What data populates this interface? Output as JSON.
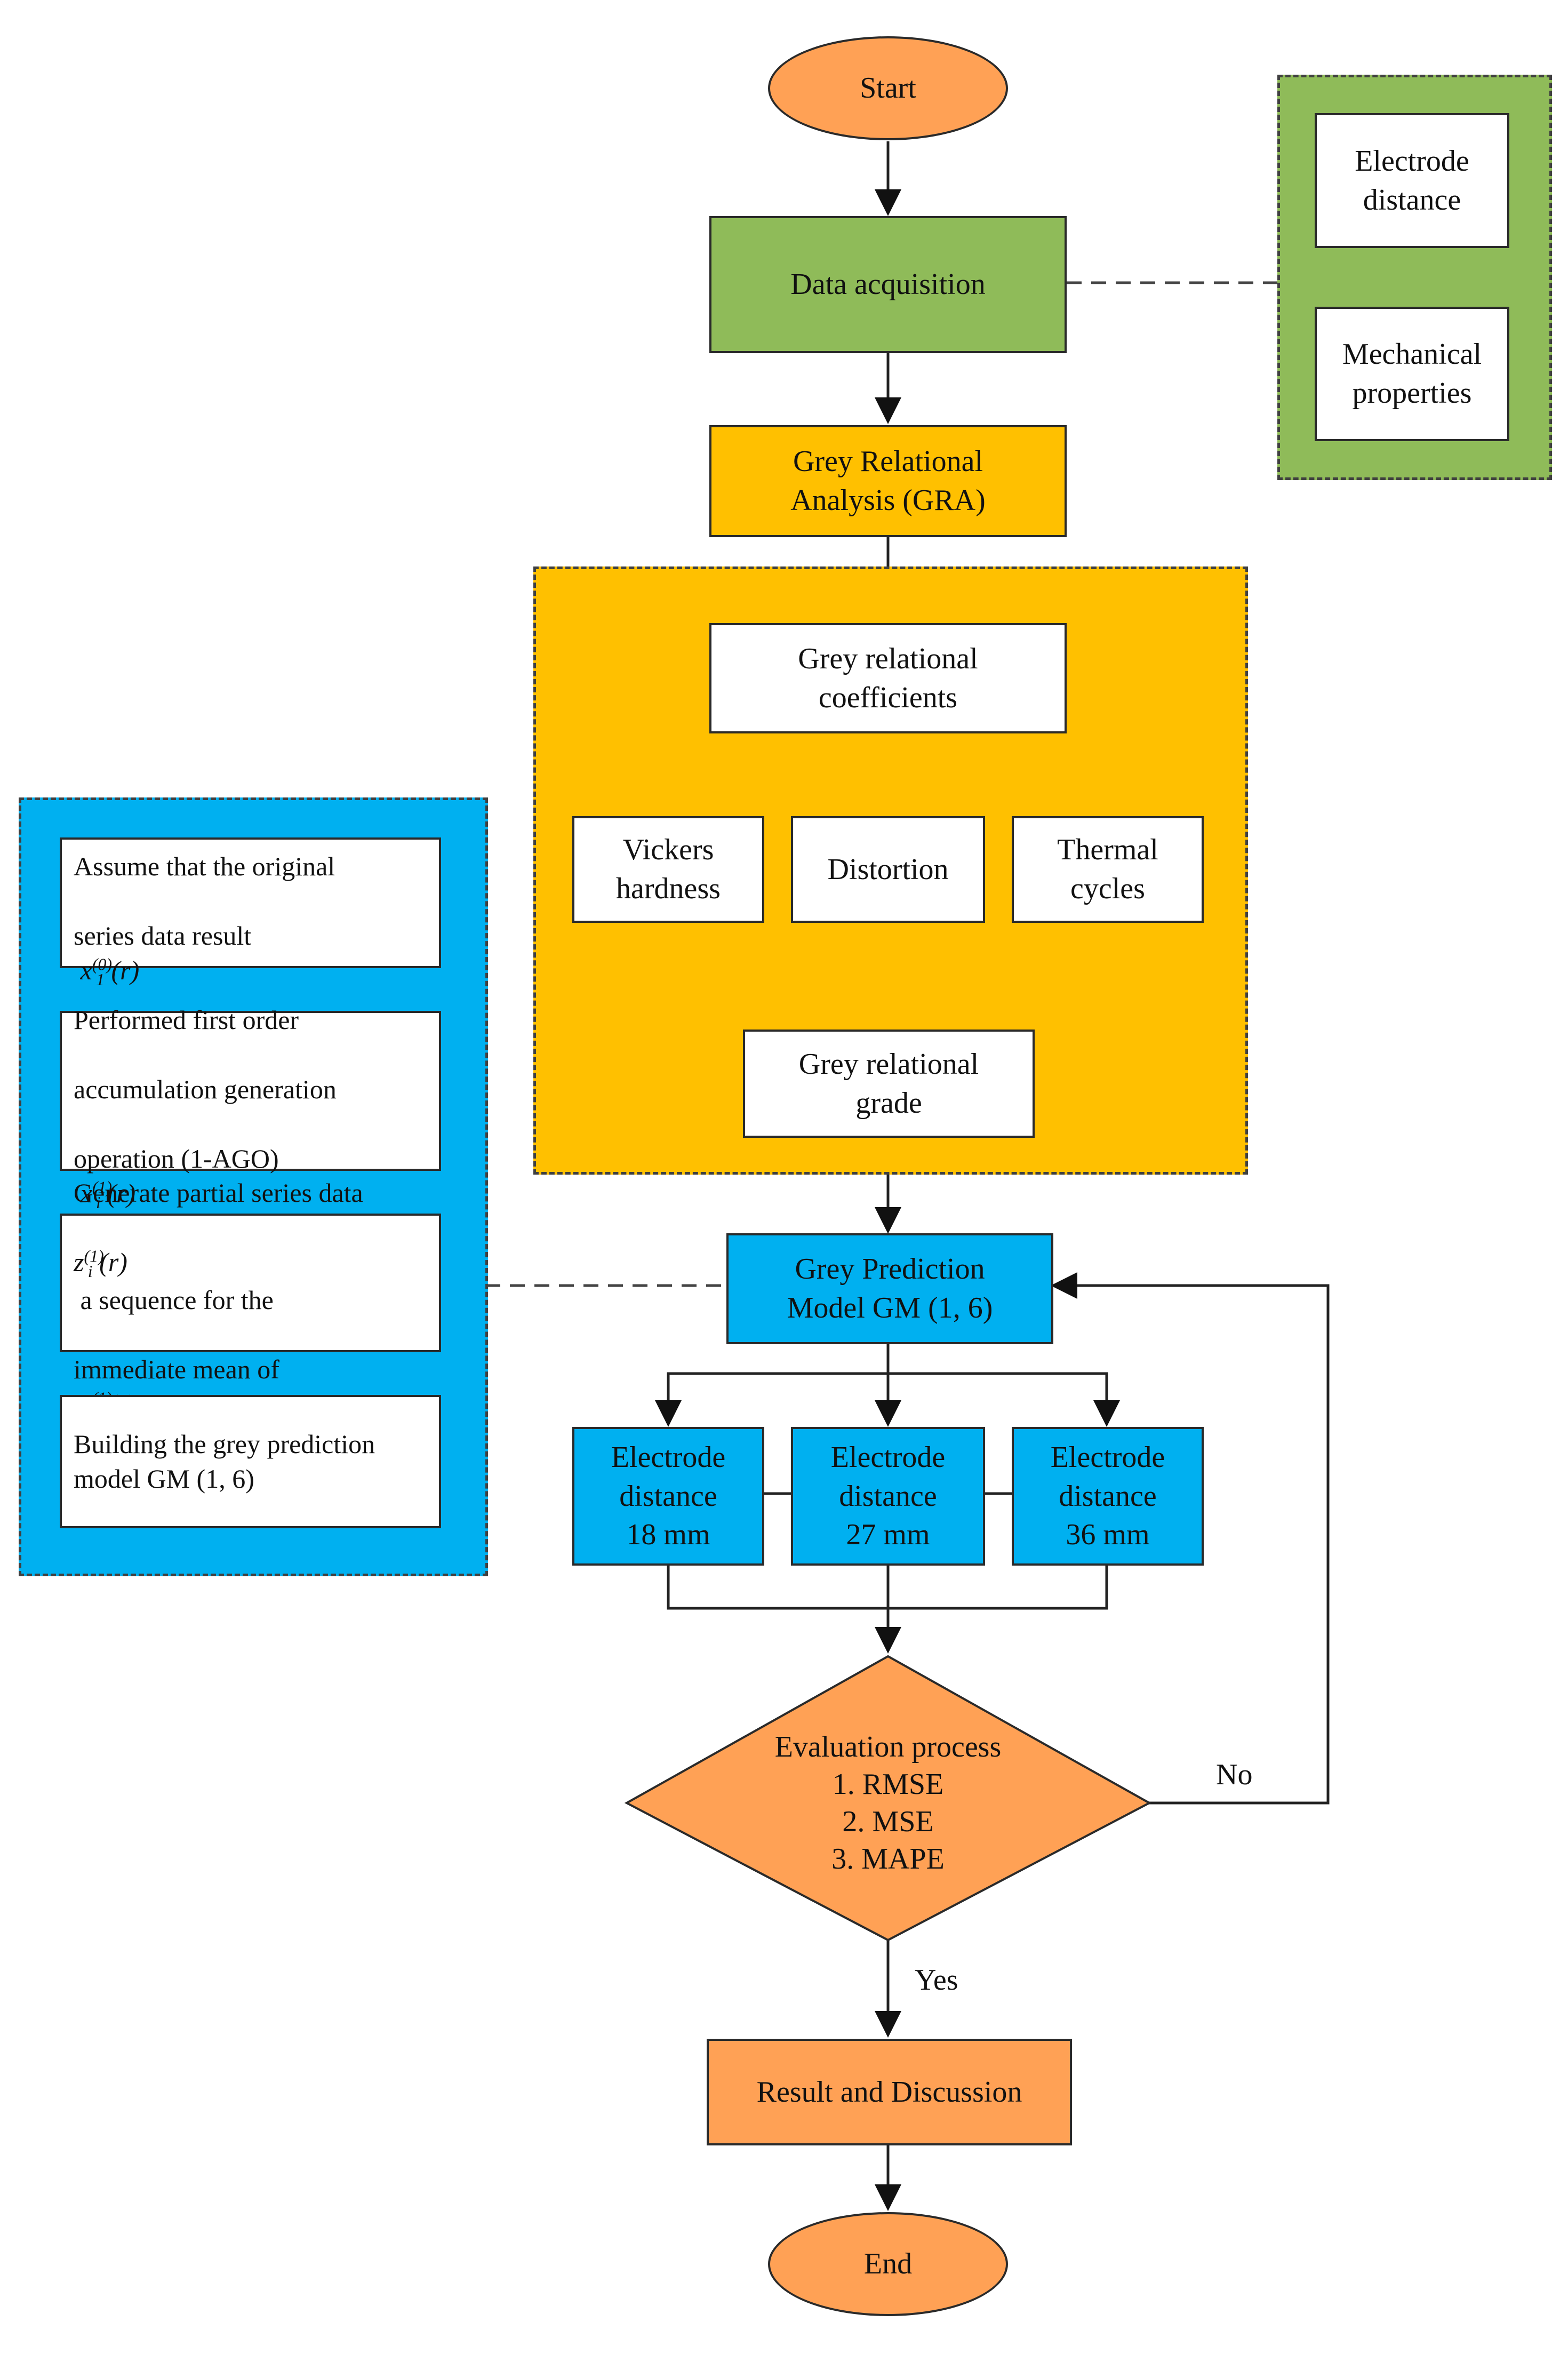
{
  "colors": {
    "orange": "#FFA155",
    "green": "#8FBB59",
    "yellow": "#FFC000",
    "blue": "#00B0F0",
    "white": "#FFFFFF",
    "line": "#222222"
  },
  "nodes": {
    "start": "Start",
    "data_acquisition": "Data acquisition",
    "electrode_distance": "Electrode\ndistance",
    "mechanical_properties": "Mechanical\nproperties",
    "gra": "Grey Relational\nAnalysis (GRA)",
    "grey_relational_coefficients": "Grey relational\ncoefficients",
    "vickers_hardness": "Vickers\nhardness",
    "distortion": "Distortion",
    "thermal_cycles": "Thermal\ncycles",
    "grey_relational_grade": "Grey relational\ngrade",
    "gm_model": "Grey Prediction\nModel GM (1, 6)",
    "electrode_18": "Electrode\ndistance\n18 mm",
    "electrode_27": "Electrode\ndistance\n27 mm",
    "electrode_36": "Electrode\ndistance\n36 mm",
    "evaluation": {
      "title": "Evaluation process",
      "items": [
        "1. RMSE",
        "2. MSE",
        "3. MAPE"
      ]
    },
    "result": "Result and Discussion",
    "end": "End"
  },
  "steps": {
    "step1_line1": "Assume that the original",
    "step1_line2": "series data result",
    "step2_line1": "Performed first order",
    "step2_line2": "accumulation generation",
    "step2_line3": "operation (1-AGO)",
    "step3_line1": "Generate partial series data",
    "step3_line2": "a sequence for the",
    "step3_line3": "immediate mean of",
    "step4": "Building the grey prediction\nmodel GM (1, 6)"
  },
  "math": {
    "x": "x",
    "z": "z",
    "r": "(r)",
    "sub_1": "1",
    "sub_i": "i",
    "sup_0": "(0)",
    "sup_1": "(1)"
  },
  "edge_labels": {
    "yes": "Yes",
    "no": "No"
  }
}
